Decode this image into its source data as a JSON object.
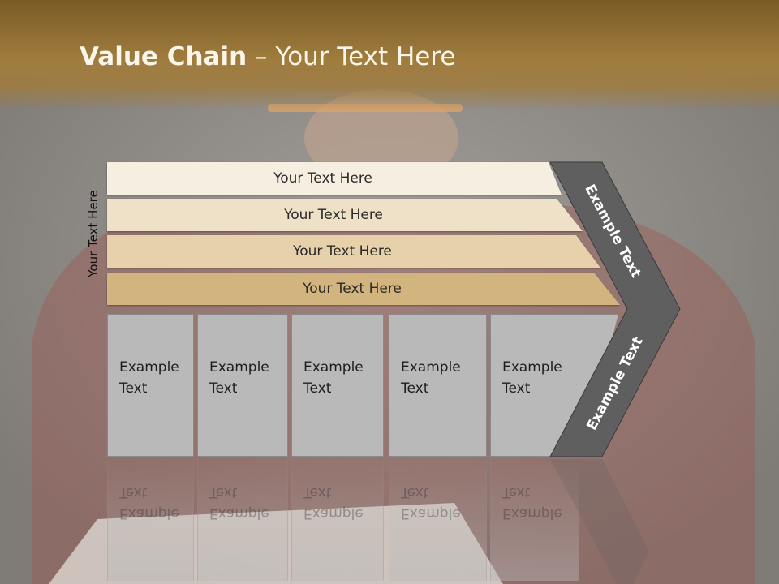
{
  "slide": {
    "title_bold": "Value Chain",
    "title_rest": " – Your Text Here",
    "side_label": "Your Text Here",
    "rows": [
      {
        "label": "Your Text Here",
        "color": "#f6eee0"
      },
      {
        "label": "Your Text Here",
        "color": "#efe0c8"
      },
      {
        "label": "Your Text Here",
        "color": "#e6d1ab"
      },
      {
        "label": "Your Text Here",
        "color": "#d2b47e"
      }
    ],
    "boxes": [
      {
        "line1": "Example",
        "line2": "Text"
      },
      {
        "line1": "Example",
        "line2": "Text"
      },
      {
        "line1": "Example",
        "line2": "Text"
      },
      {
        "line1": "Example",
        "line2": "Text"
      },
      {
        "line1": "Example",
        "line2": "Text"
      }
    ],
    "chevron_top_text": "Example Text",
    "chevron_bottom_text": "Example Text",
    "colors": {
      "header": "#a07c3e",
      "chevron": "#5f5f5f",
      "box": "#b9b9b9"
    }
  }
}
